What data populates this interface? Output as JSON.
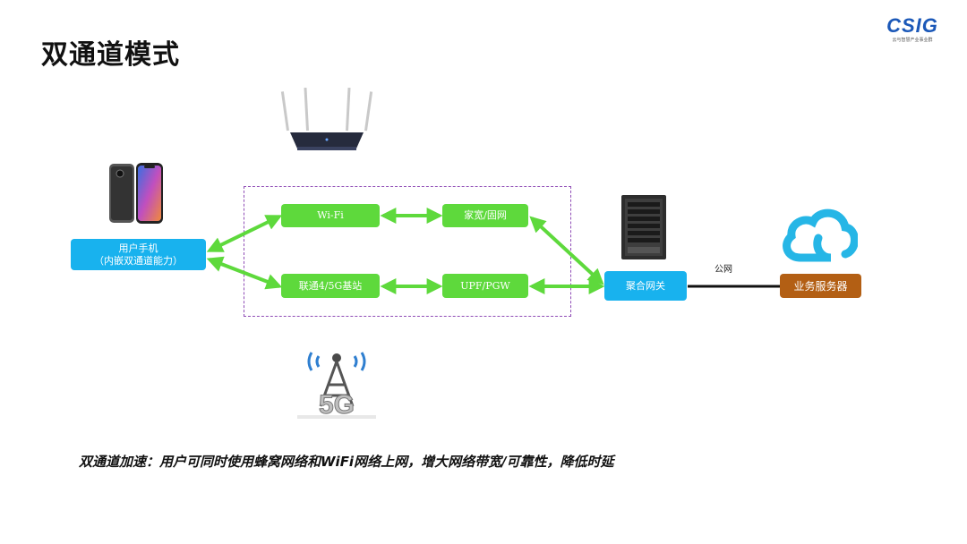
{
  "slide": {
    "title": "双通道模式",
    "logo_text": "CSIG",
    "logo_subtitle": "云与智慧产业事业群",
    "footer_text": "双通道加速：用户可同时使用蜂窝网络和WiFi网络上网，增大网络带宽/可靠性，降低时延"
  },
  "nodes": {
    "phone": {
      "line1": "用户手机",
      "line2": "（内嵌双通道能力）"
    },
    "wifi": "Wi-Fi",
    "broadband": "家宽/固网",
    "basestation": "联通4/5G基站",
    "upf": "UPF/PGW",
    "gateway": "聚合网关",
    "server": "业务服务器"
  },
  "labels": {
    "public_network": "公网",
    "fiveg_icon_text": "5G"
  },
  "colors": {
    "green_box": "#5ed93c",
    "blue_box": "#18b2ee",
    "server_box": "#b35f14",
    "dashed_border": "#8f4cb6",
    "arrow_green": "#5ed93c",
    "logo_blue": "#1b58b8"
  },
  "icons": [
    "smartphone-icon",
    "wifi-router-icon",
    "server-tower-icon",
    "cloud-icon",
    "5g-antenna-icon"
  ]
}
